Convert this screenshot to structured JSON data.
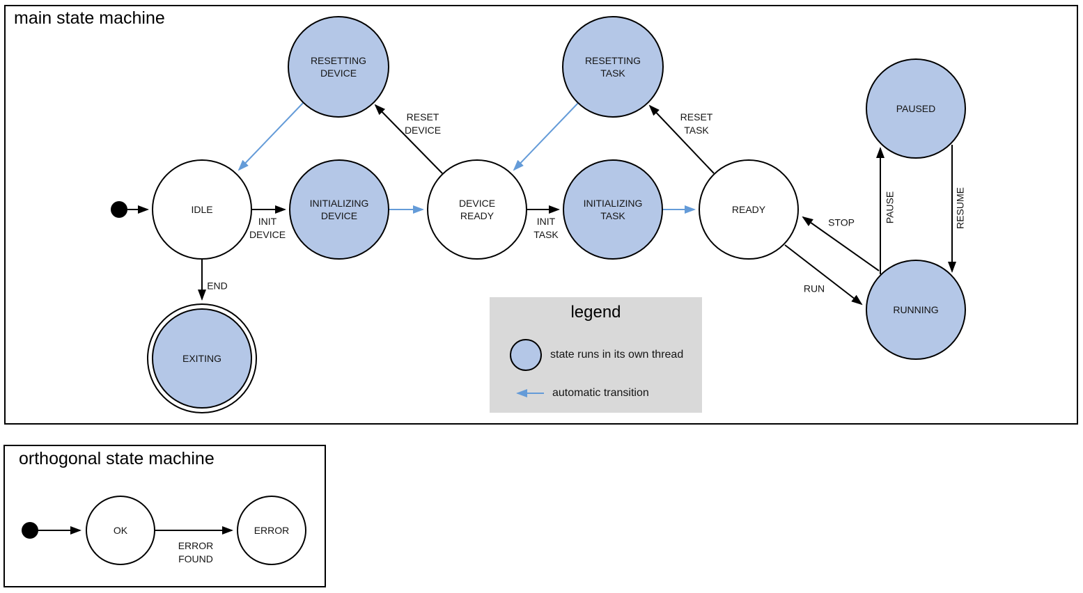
{
  "colors": {
    "threaded_state_fill": "#b4c7e7",
    "state_stroke": "#000000",
    "automatic_transition": "#649bd8",
    "legend_background": "#d9d9d9",
    "text": "#000000"
  },
  "main": {
    "title": "main state machine",
    "states": {
      "idle": {
        "label": "IDLE",
        "threaded": false
      },
      "initializing_device": {
        "label": "INITIALIZING\nDEVICE",
        "threaded": true
      },
      "resetting_device": {
        "label": "RESETTING\nDEVICE",
        "threaded": true
      },
      "device_ready": {
        "label": "DEVICE\nREADY",
        "threaded": false
      },
      "initializing_task": {
        "label": "INITIALIZING\nTASK",
        "threaded": true
      },
      "resetting_task": {
        "label": "RESETTING\nTASK",
        "threaded": true
      },
      "ready": {
        "label": "READY",
        "threaded": false
      },
      "paused": {
        "label": "PAUSED",
        "threaded": true
      },
      "running": {
        "label": "RUNNING",
        "threaded": true
      },
      "exiting": {
        "label": "EXITING",
        "threaded": true,
        "final_state": true
      }
    },
    "transitions": {
      "init_device": "INIT\nDEVICE",
      "reset_device": "RESET\nDEVICE",
      "init_task": "INIT\nTASK",
      "reset_task": "RESET\nTASK",
      "end": "END",
      "run": "RUN",
      "stop": "STOP",
      "pause": "PAUSE",
      "resume": "RESUME"
    },
    "legend": {
      "title": "legend",
      "items": [
        {
          "symbol": "threaded-state-circle",
          "label": "state runs in its own thread"
        },
        {
          "symbol": "automatic-transition-arrow",
          "label": "automatic transition"
        }
      ]
    }
  },
  "orthogonal": {
    "title": "orthogonal state machine",
    "states": {
      "ok": {
        "label": "OK"
      },
      "error": {
        "label": "ERROR"
      }
    },
    "transitions": {
      "error_found": "ERROR\nFOUND"
    }
  }
}
